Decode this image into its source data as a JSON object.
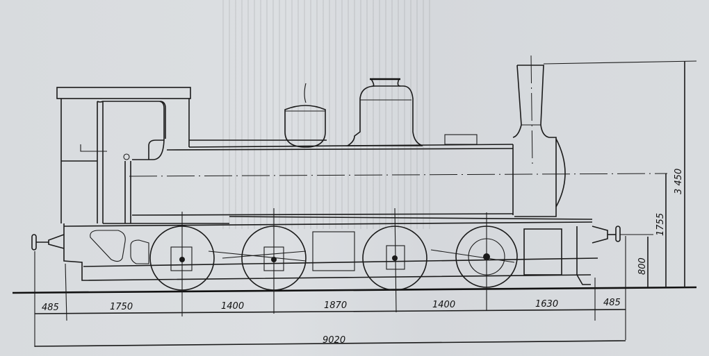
{
  "drawing": {
    "subject": "Tank locomotive side elevation",
    "units": "mm",
    "horizontal_dimensions": {
      "front_overhang": "485",
      "wheelbase_1": "1750",
      "wheelbase_2": "1400",
      "wheelbase_3": "1870",
      "wheelbase_4": "1400",
      "wheelbase_5": "1630",
      "rear_overhang": "485",
      "total_length": "9020"
    },
    "vertical_dimensions": {
      "buffer_height": "800",
      "boiler_axis_height": "1755",
      "total_height": "3 450"
    },
    "colors": {
      "paper": "#d9dcdf",
      "ink": "#1a1a1a"
    }
  }
}
